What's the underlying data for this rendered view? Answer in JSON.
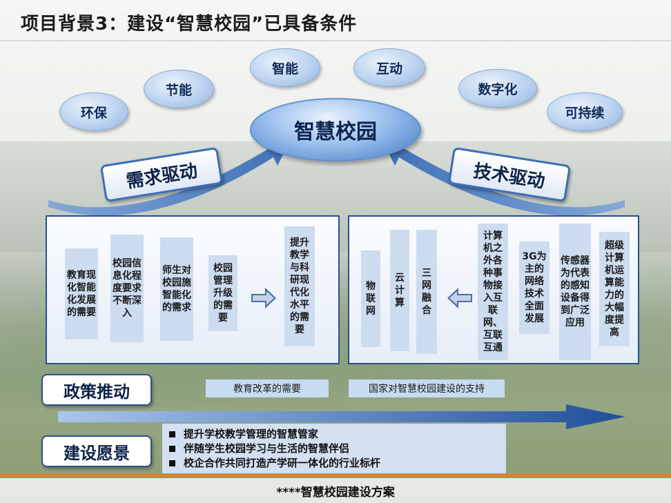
{
  "title": "项目背景3：建设“智慧校园”已具备条件",
  "center": "智慧校园",
  "bubbles": {
    "b1": "环保",
    "b2": "节能",
    "b3": "智能",
    "b4": "互动",
    "b5": "数字化",
    "b6": "可持续"
  },
  "demand_label": "需求驱动",
  "tech_label": "技术驱动",
  "demand_cols": [
    "教育现化智能化发展的需要",
    "校园信息化程度要求不断深入",
    "师生对校园施智能化的需求",
    "校园管理升级的需要",
    "提升教学与科研现代化水平的需要"
  ],
  "tech_cols": [
    "物联网",
    "云计算",
    "三网融合",
    "计算机之外各种事物接入互联网、互联互通",
    "3G为主的网络技术全面发展",
    "传感器为代表的感知设备得到广泛应用",
    "超级计算机运算能力的大幅度提高"
  ],
  "policy_label": "政策推动",
  "policy_items": [
    "教育改革的需要",
    "国家对智慧校园建设的支持"
  ],
  "vision_label": "建设愿景",
  "vision_items": [
    "提升学校教学管理的智慧管家",
    "伴随学生校园学习与生活的智慧伴侣",
    "校企合作共同打造产学研一体化的行业标杆"
  ],
  "footer": "****智慧校园建设方案",
  "colors": {
    "accent": "#2a4f8e",
    "bubble": "#bcd3ef",
    "orange": "#e67e22"
  }
}
